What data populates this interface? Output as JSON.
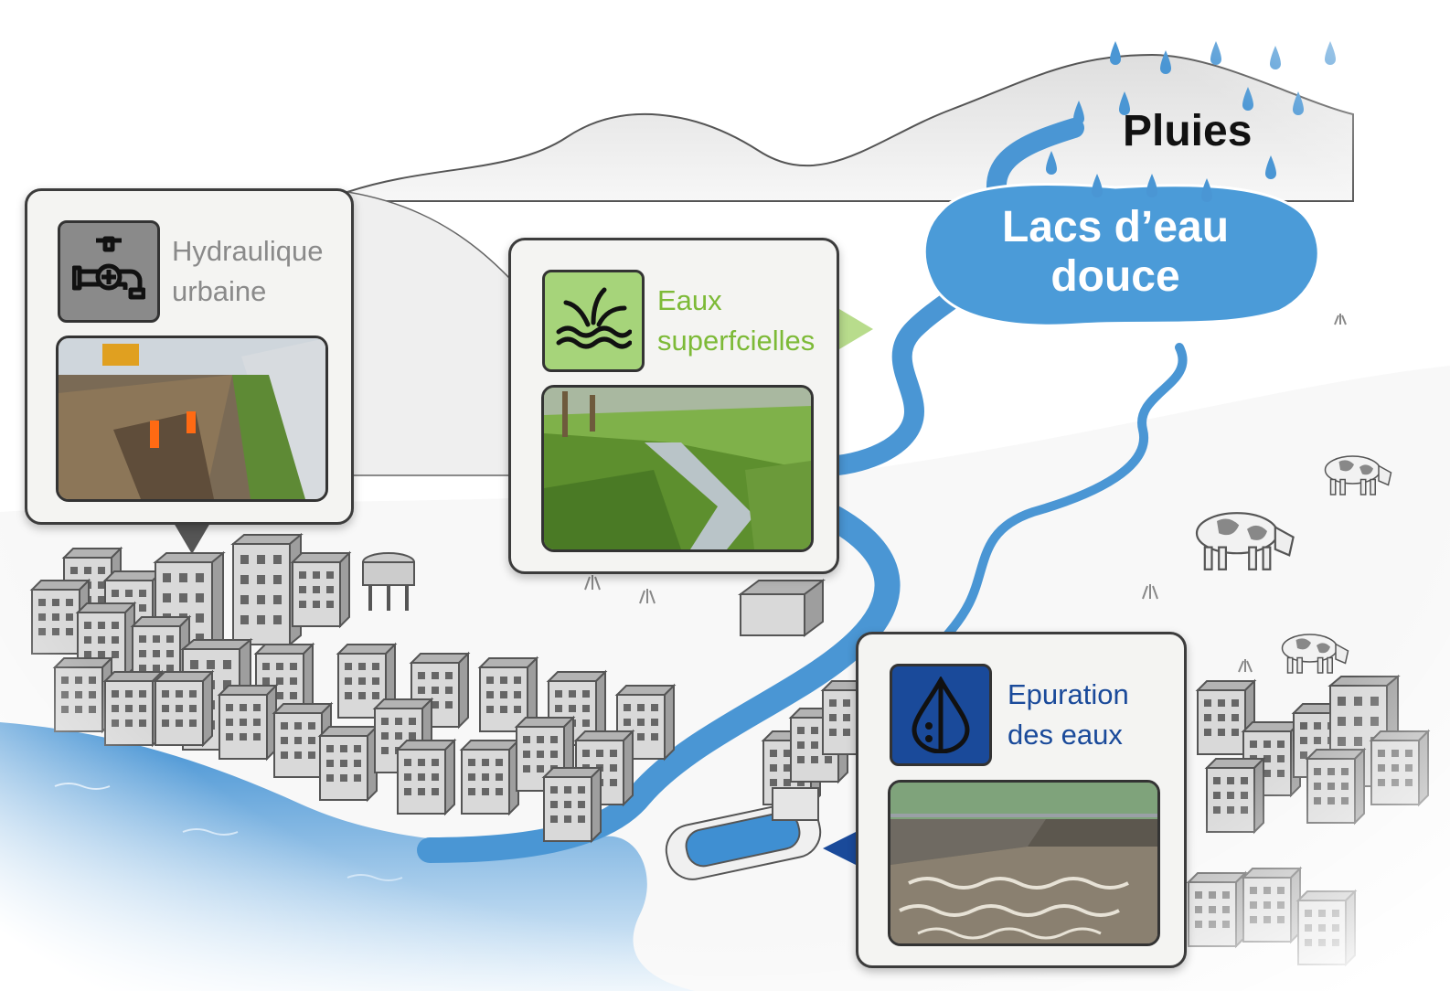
{
  "labels": {
    "rain": "Pluies",
    "lake": "Lacs d’eau douce"
  },
  "panels": {
    "urban": {
      "title_line1": "Hydraulique",
      "title_line2": "urbaine",
      "icon": "faucet-icon",
      "color": "#8a8a8a"
    },
    "surface": {
      "title_line1": "Eaux",
      "title_line2": "superfcielles",
      "icon": "water-grass-icon",
      "color": "#7dba37"
    },
    "treatment": {
      "title_line1": "Epuration",
      "title_line2": "des eaux",
      "icon": "water-drop-icon",
      "color": "#1a4a9a"
    }
  },
  "colors": {
    "river": "#4a96d4",
    "lake": "#4b9bd8",
    "sea": "#3f8fd2"
  }
}
